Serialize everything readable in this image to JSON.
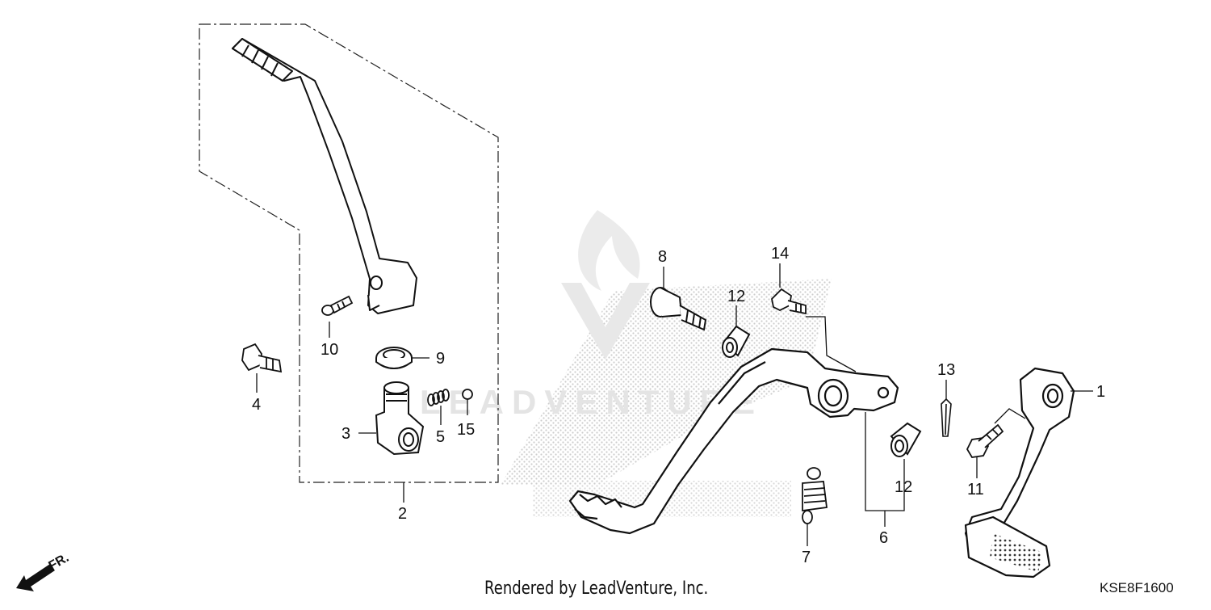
{
  "diagram": {
    "callouts": [
      {
        "id": "c1",
        "label": "1"
      },
      {
        "id": "c2",
        "label": "2"
      },
      {
        "id": "c3",
        "label": "3"
      },
      {
        "id": "c4",
        "label": "4"
      },
      {
        "id": "c5",
        "label": "5"
      },
      {
        "id": "c6",
        "label": "6"
      },
      {
        "id": "c7",
        "label": "7"
      },
      {
        "id": "c8",
        "label": "8"
      },
      {
        "id": "c9",
        "label": "9"
      },
      {
        "id": "c10",
        "label": "10"
      },
      {
        "id": "c11",
        "label": "11"
      },
      {
        "id": "c12a",
        "label": "12"
      },
      {
        "id": "c12b",
        "label": "12"
      },
      {
        "id": "c13",
        "label": "13"
      },
      {
        "id": "c14",
        "label": "14"
      },
      {
        "id": "c15",
        "label": "15"
      }
    ],
    "direction_indicator": "FR.",
    "credit": "Rendered by LeadVenture, Inc.",
    "diagram_code": "KSE8F1600",
    "watermark_text": "LEADVENTURE"
  }
}
